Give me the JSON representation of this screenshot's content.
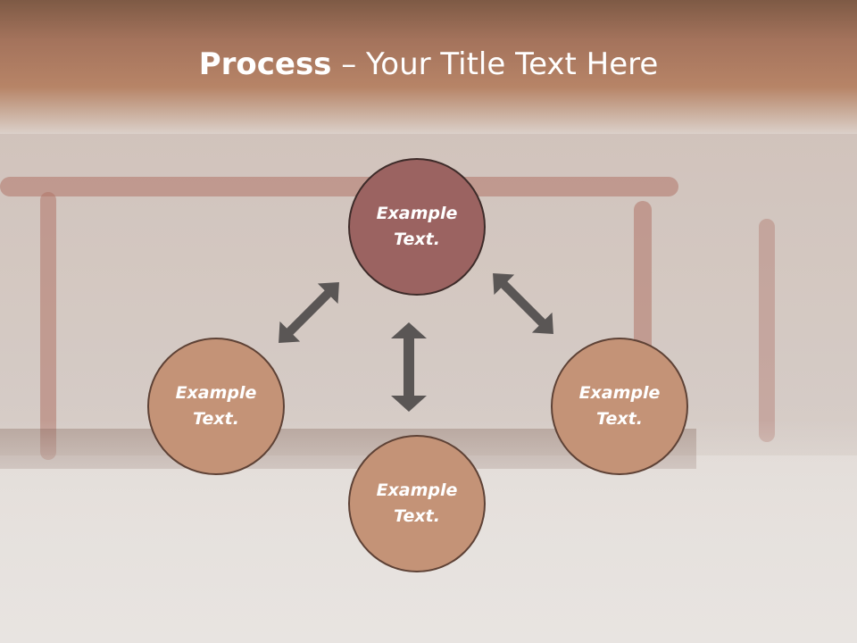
{
  "title": {
    "bold": "Process",
    "rest": " – Your Title Text Here"
  },
  "nodes": {
    "top": "Example Text.",
    "left": "Example Text.",
    "right": "Example Text.",
    "bottom": "Example Text."
  },
  "colors": {
    "header": "#b78467",
    "center_circle": "#9b6361",
    "outer_circle": "#c49377",
    "arrow": "#5a5655"
  },
  "icons": [
    "double-arrow-icon"
  ]
}
